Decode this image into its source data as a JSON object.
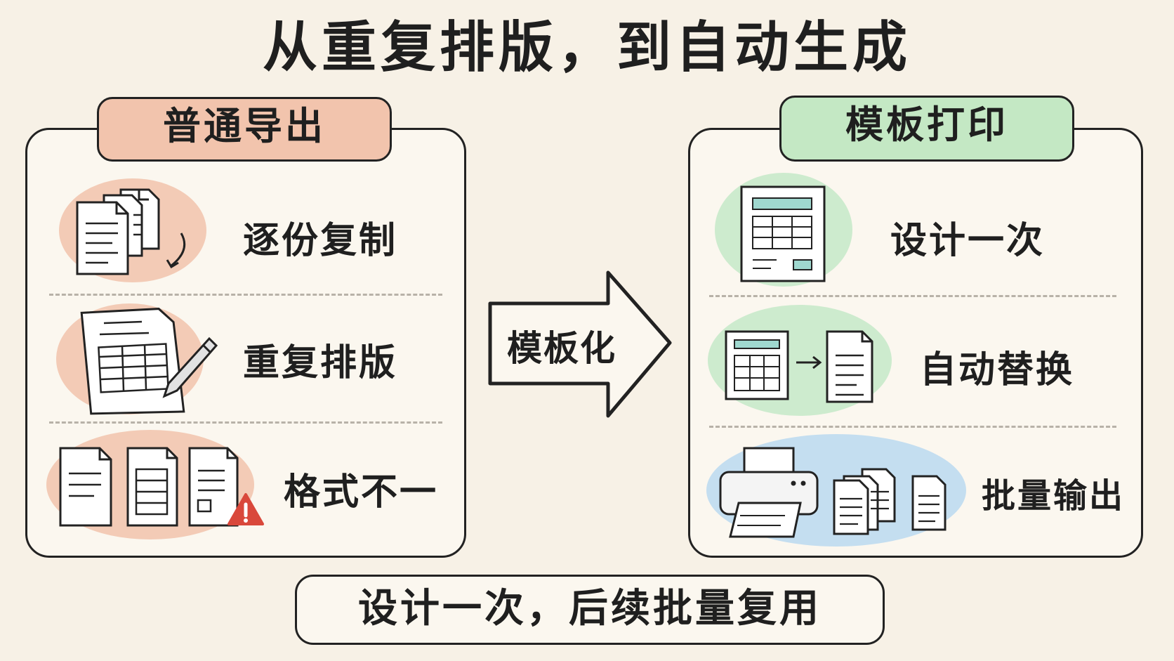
{
  "title": "从重复排版，到自动生成",
  "left_panel": {
    "tab": "普通导出",
    "rows": [
      {
        "label": "逐份复制",
        "icon": "copy-documents-icon"
      },
      {
        "label": "重复排版",
        "icon": "table-edit-icon"
      },
      {
        "label": "格式不一",
        "icon": "inconsistent-format-warning-icon"
      }
    ]
  },
  "arrow_label": "模板化",
  "right_panel": {
    "tab": "模板打印",
    "rows": [
      {
        "label": "设计一次",
        "icon": "template-form-icon"
      },
      {
        "label": "自动替换",
        "icon": "template-to-document-icon"
      },
      {
        "label": "批量输出",
        "icon": "printer-batch-icon"
      }
    ]
  },
  "footer": "设计一次，后续批量复用",
  "colors": {
    "background": "#f7f1e6",
    "left_accent": "#f2c4ad",
    "right_accent": "#c4e8c4",
    "print_accent": "#c4def0",
    "warning": "#d9483b"
  }
}
